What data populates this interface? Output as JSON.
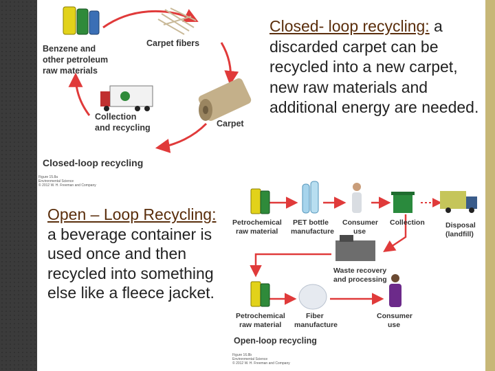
{
  "closed_loop": {
    "heading": "Closed- loop recycling:",
    "body": " a discarded carpet can be recycled into a new carpet, new raw materials and additional energy are needed.",
    "figure": {
      "title": "Closed-loop recycling",
      "labels": {
        "raw": [
          "Benzene and",
          "other petroleum",
          "raw materials"
        ],
        "fibers": "Carpet fibers",
        "carpet": "Carpet",
        "collection": [
          "Collection",
          "and recycling"
        ]
      },
      "credit": [
        "Figure 15.8a",
        "Environmental Science",
        "© 2012 W. H. Freeman and Company"
      ]
    }
  },
  "open_loop": {
    "heading": "Open – Loop Recycling:",
    "body": " a beverage container is used once and then recycled into something else like a fleece jacket.",
    "figure": {
      "title": "Open-loop recycling",
      "labels": {
        "petro1": [
          "Petrochemical",
          "raw material"
        ],
        "pet": [
          "PET bottle",
          "manufacture"
        ],
        "consumer_use1": [
          "Consumer",
          "use"
        ],
        "collection": "Collection",
        "disposal": [
          "Disposal",
          "(landfill)"
        ],
        "waste": [
          "Waste recovery",
          "and processing"
        ],
        "petro2": [
          "Petrochemical",
          "raw material"
        ],
        "fiber": [
          "Fiber",
          "manufacture"
        ],
        "consumer_use2": [
          "Consumer",
          "use"
        ]
      },
      "credit": [
        "Figure 16.8b",
        "Environmental Science",
        "© 2012 W. H. Freeman and Company"
      ]
    }
  },
  "colors": {
    "accent_text": "#5a2e0c",
    "arrow": "#e03a3a",
    "strip": "#c7b777"
  }
}
